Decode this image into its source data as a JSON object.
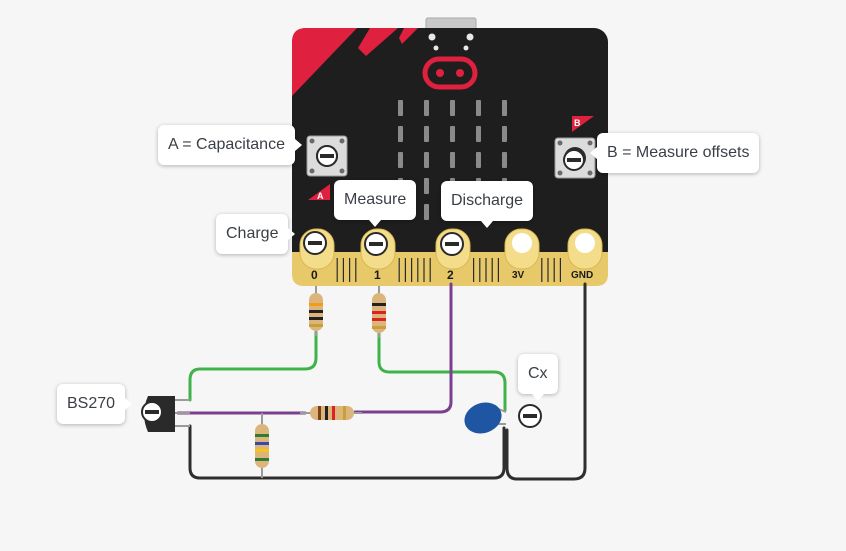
{
  "board": {
    "name": "micro:bit",
    "colors": {
      "body": "#1e1e1e",
      "accent": "#e0203f",
      "edge": "#e8c96a",
      "pad": "#f3dd8a"
    },
    "pins": [
      "0",
      "1",
      "2",
      "3V",
      "GND"
    ]
  },
  "callouts": {
    "button_a": "A = Capacitance",
    "button_b": "B = Measure offsets",
    "charge": "Charge",
    "measure": "Measure",
    "discharge": "Discharge",
    "mosfet": "BS270",
    "capacitor": "Cx"
  },
  "button_markers": {
    "a": "A",
    "b": "B"
  },
  "wire_colors": {
    "green": "#3fb34a",
    "purple": "#7a3f8e",
    "black": "#2e2e2e"
  }
}
